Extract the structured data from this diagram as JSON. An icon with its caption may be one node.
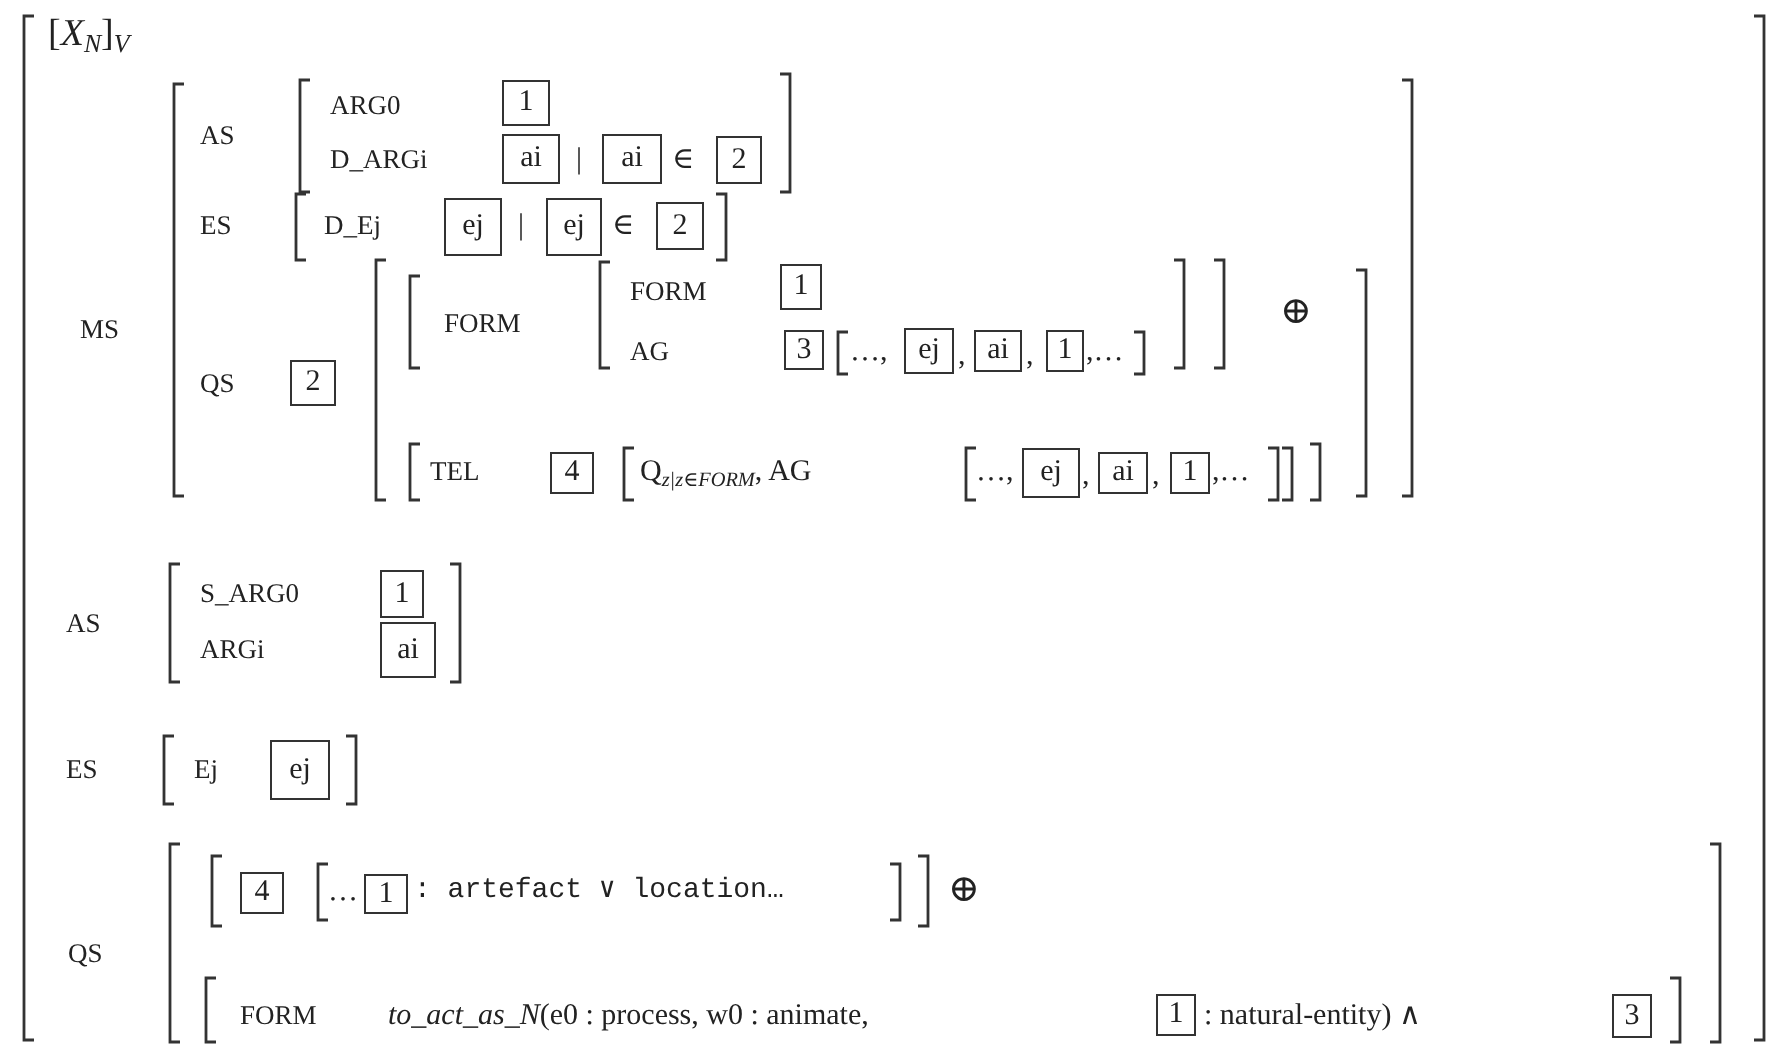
{
  "diagram": {
    "nodes": [
      {
        "text": [
          "1"
        ]
      },
      {
        "text": [
          "ai"
        ]
      },
      {
        "text": [
          "ai"
        ]
      },
      {
        "text": [
          "2"
        ]
      },
      {
        "text": [
          "ej"
        ]
      },
      {
        "text": [
          "ej"
        ]
      },
      {
        "text": [
          "2"
        ]
      },
      {
        "text": [
          "2"
        ]
      },
      {
        "text": [
          "1"
        ]
      },
      {
        "text": [
          "3"
        ]
      },
      {
        "text": [
          "ej"
        ]
      },
      {
        "text": [
          "ai"
        ]
      },
      {
        "text": [
          "1"
        ]
      },
      {
        "text": [
          "4"
        ]
      },
      {
        "text": [
          "ej"
        ]
      },
      {
        "text": [
          "ai"
        ]
      },
      {
        "text": [
          "1"
        ]
      },
      {
        "text": [
          "1"
        ]
      },
      {
        "text": [
          "ai"
        ]
      },
      {
        "text": [
          "ej"
        ]
      },
      {
        "text": [
          "4"
        ]
      },
      {
        "text": [
          "1"
        ]
      },
      {
        "text": [
          "1"
        ]
      },
      {
        "text": [
          "3"
        ]
      }
    ],
    "labels": [
      "[*X*$_{N}$]$_{V}$",
      "MS",
      "AS",
      "ARG0",
      "D_ARGi",
      "|",
      "∈",
      "ES",
      "D_Ej",
      "|",
      "∈",
      "QS",
      "FORM",
      "FORM",
      "AG",
      "…,",
      ",",
      ",",
      ",…",
      "⊕",
      "TEL",
      "Q$_{z|z∈FORM}$, AG",
      "…,",
      ",",
      ",",
      ",…",
      "AS",
      "S_ARG0",
      "ARGi",
      "ES",
      "Ej",
      "QS",
      "…",
      ": artefact ∨ location…",
      "⊕",
      "FORM",
      "*to_act_as_N*(e0 : process, w0 : animate,",
      ": natural-entity) ∧"
    ]
  }
}
